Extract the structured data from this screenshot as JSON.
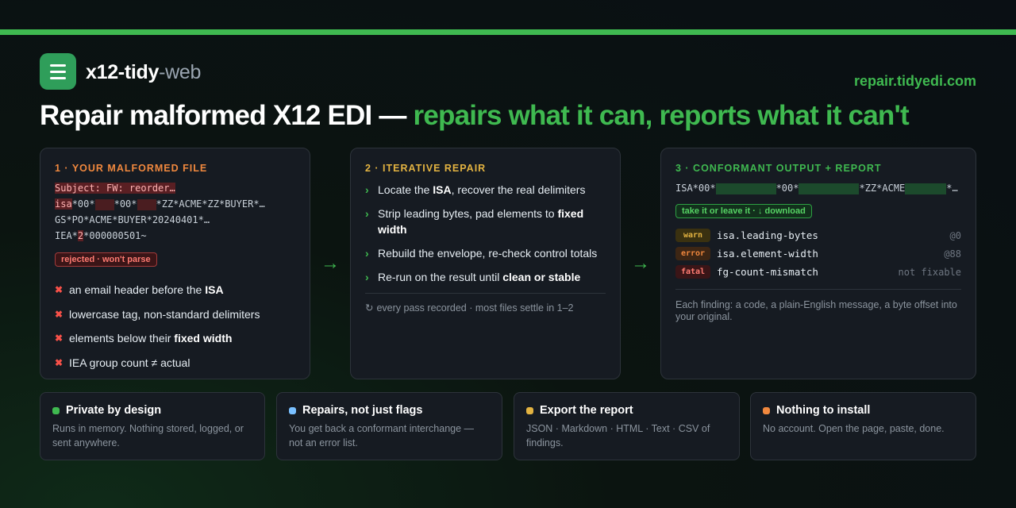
{
  "brand": {
    "name": "x12-tidy",
    "suffix": "-web",
    "domain": "repair.tidyedi.com"
  },
  "headline": {
    "main": "Repair malformed X12 EDI — ",
    "accent": "repairs what it can, reports what it can't"
  },
  "colors": {
    "accent": "#3fb950",
    "error": "#f85149",
    "warn": "#e3b341",
    "orange": "#f0883e",
    "blue": "#79c0ff"
  },
  "card1": {
    "title": "1 · YOUR MALFORMED FILE",
    "code": {
      "line1": "Subject: FW: reorder…",
      "line2_tag": "isa",
      "line2_a": "*00*",
      "line2_b": "*00*",
      "line2_c": "*ZZ*ACME*ZZ*BUYER*…",
      "line3": "GS*PO*ACME*BUYER*20240401*…",
      "line4_a": "IEA*",
      "line4_b": "2",
      "line4_c": "*000000501~"
    },
    "badge": "rejected · won't parse",
    "issues": [
      {
        "pre": "an email header before the ",
        "bold": "ISA",
        "post": ""
      },
      {
        "pre": "lowercase tag, non-standard delimiters",
        "bold": "",
        "post": ""
      },
      {
        "pre": "elements below their ",
        "bold": "fixed width",
        "post": ""
      },
      {
        "pre": "IEA group count ≠ actual",
        "bold": "",
        "post": ""
      }
    ]
  },
  "card2": {
    "title": "2 · ITERATIVE REPAIR",
    "steps": [
      {
        "pre": "Locate the ",
        "bold": "ISA",
        "post": ", recover the real delimiters"
      },
      {
        "pre": "Strip leading bytes, pad elements to ",
        "bold": "fixed width",
        "post": ""
      },
      {
        "pre": "Rebuild the envelope, re-check control totals",
        "bold": "",
        "post": ""
      },
      {
        "pre": "Re-run on the result until ",
        "bold": "clean or stable",
        "post": ""
      }
    ],
    "note": "every pass recorded · most files settle in 1–2"
  },
  "card3": {
    "title": "3 · CONFORMANT OUTPUT + REPORT",
    "code": {
      "a": "ISA*00*",
      "b": "*00*",
      "c": "*ZZ*ACME",
      "d": "*…"
    },
    "badge": "take it or leave it · ↓ download",
    "findings": [
      {
        "level": "warn",
        "code": "isa.leading-bytes",
        "offset": "@0"
      },
      {
        "level": "error",
        "code": "isa.element-width",
        "offset": "@88"
      },
      {
        "level": "fatal",
        "code": "fg-count-mismatch",
        "offset": "not fixable"
      }
    ],
    "note": "Each finding: a code, a plain-English message, a byte offset into your original."
  },
  "features": [
    {
      "title": "Private by design",
      "desc": "Runs in memory. Nothing stored, logged, or sent anywhere.",
      "color": "#3fb950"
    },
    {
      "title": "Repairs, not just flags",
      "desc": "You get back a conformant interchange — not an error list.",
      "color": "#79c0ff"
    },
    {
      "title": "Export the report",
      "desc": "JSON · Markdown · HTML · Text · CSV of findings.",
      "color": "#e3b341"
    },
    {
      "title": "Nothing to install",
      "desc": "No account. Open the page, paste, done.",
      "color": "#f0883e"
    }
  ]
}
